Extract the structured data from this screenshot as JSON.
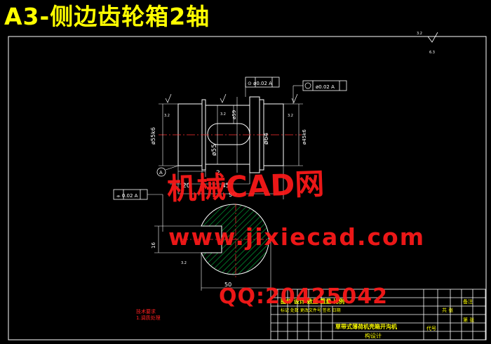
{
  "title": "A3-侧边齿轮箱2轴",
  "watermark": {
    "site": "机械CAD网",
    "url": "www.jixiecad.com",
    "qq": "QQ:20425042"
  },
  "tolerance_frames": {
    "runout_left": "⊙ ø0.02 A",
    "runout_right": "ø0.02 A",
    "symmetry": "⌯ 0.02 A"
  },
  "datum": "A",
  "dimensions": {
    "len_20": "20",
    "len_2": "2",
    "len_45": "45",
    "len_90": "90",
    "dia_55": "ø55",
    "dia_64": "ø64",
    "dia_55k6": "ø55k6",
    "dia_45k6": "ø45k6",
    "dia_59": "ø59",
    "keyway_depth": "16",
    "section_width": "50",
    "roughness_3_2": "3.2",
    "roughness_6_3": "6.3"
  },
  "title_block": {
    "row1": "图样 设计 数量 重量 比例",
    "row2": "标记 处数 更改文件号 签名 日期",
    "drawing_name": "草带式薄荷机壳箱开沟机",
    "design_label": "构设计",
    "code_label": "代号",
    "sheet_label": "第 张",
    "total_label": "共 张",
    "note_label": "备注"
  },
  "notes": {
    "line1": "技术要求",
    "line2": "1.调质处理"
  }
}
